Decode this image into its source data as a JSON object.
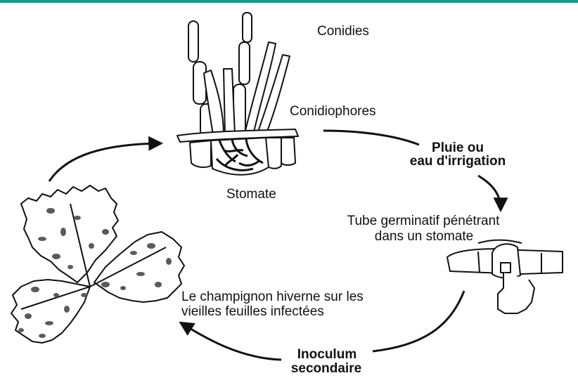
{
  "colors": {
    "accent_bar": "#1a9a93",
    "ink": "#111111",
    "lesion": "#5a5a5a"
  },
  "labels": {
    "conidies": "Conidies",
    "conidiophores": "Conidiophores",
    "stomate": "Stomate",
    "pluie": "Pluie ou",
    "irrigation": "eau d'irrigation",
    "tube_line1": "Tube germinatif pénétrant",
    "tube_line2": "dans un stomate",
    "hiverne_line1": "Le champignon hiverne sur les",
    "hiverne_line2": "vieilles feuilles infectées",
    "inoculum_line1": "Inoculum",
    "inoculum_line2": "secondaire"
  },
  "icons": [
    "conidia-illustration",
    "germ-tube-illustration",
    "infected-leaf-illustration",
    "cycle-arrows"
  ]
}
